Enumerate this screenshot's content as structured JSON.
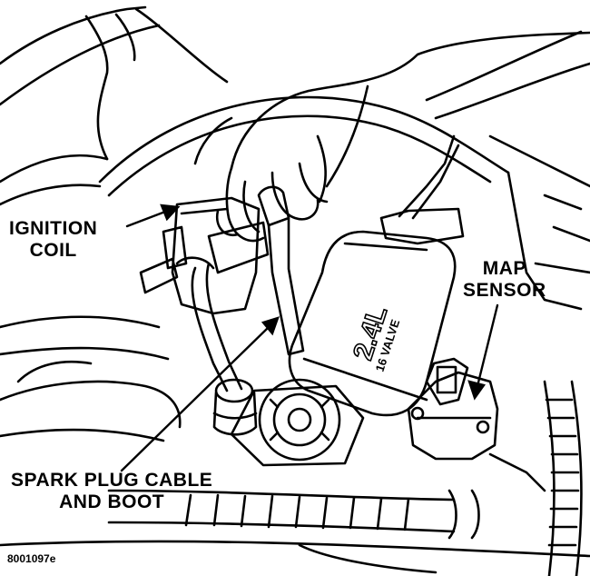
{
  "labels": {
    "ignition_coil_line1": "IGNITION",
    "ignition_coil_line2": "COIL",
    "map_sensor_line1": "MAP",
    "map_sensor_line2": "SENSOR",
    "spark_plug_line1": "SPARK PLUG CABLE",
    "spark_plug_line2": "AND BOOT",
    "figure_id": "8001097e"
  },
  "engraving": {
    "displacement": "2.4L",
    "valve": "16 VALVE"
  },
  "colors": {
    "ink": "#000000",
    "paper": "#ffffff"
  }
}
